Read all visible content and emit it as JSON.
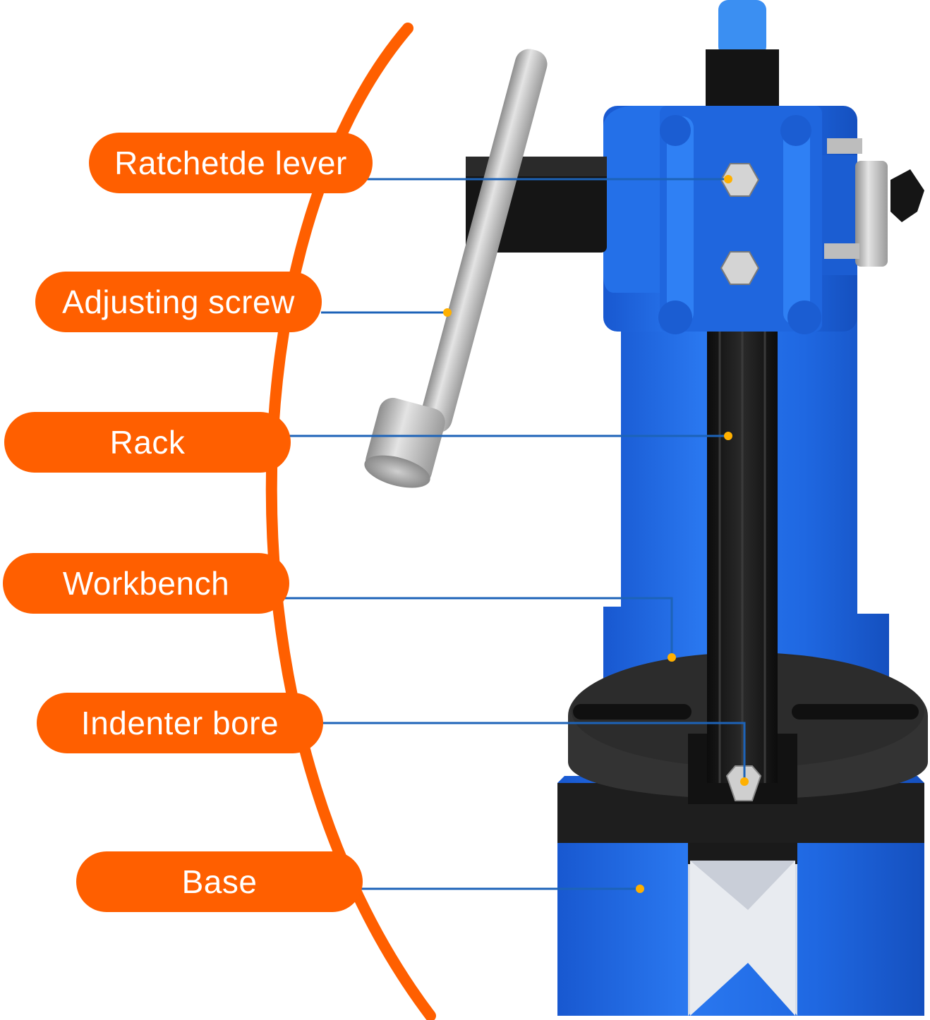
{
  "labels": {
    "ratcheted_lever": "Ratchetde lever",
    "adjusting_screw": "Adjusting screw",
    "rack": "Rack",
    "workbench": "Workbench",
    "indenter_bore": "Indenter bore",
    "base": "Base"
  },
  "colors": {
    "label_fill": "#ff5f00",
    "arc": "#ff5f00",
    "leader_line": "#1d63b8",
    "marker_dot": "#ffb000",
    "press_body": "#1f6be6",
    "rack_steel": "#1a1a1a",
    "handle_steel": "#c4c4c4"
  }
}
